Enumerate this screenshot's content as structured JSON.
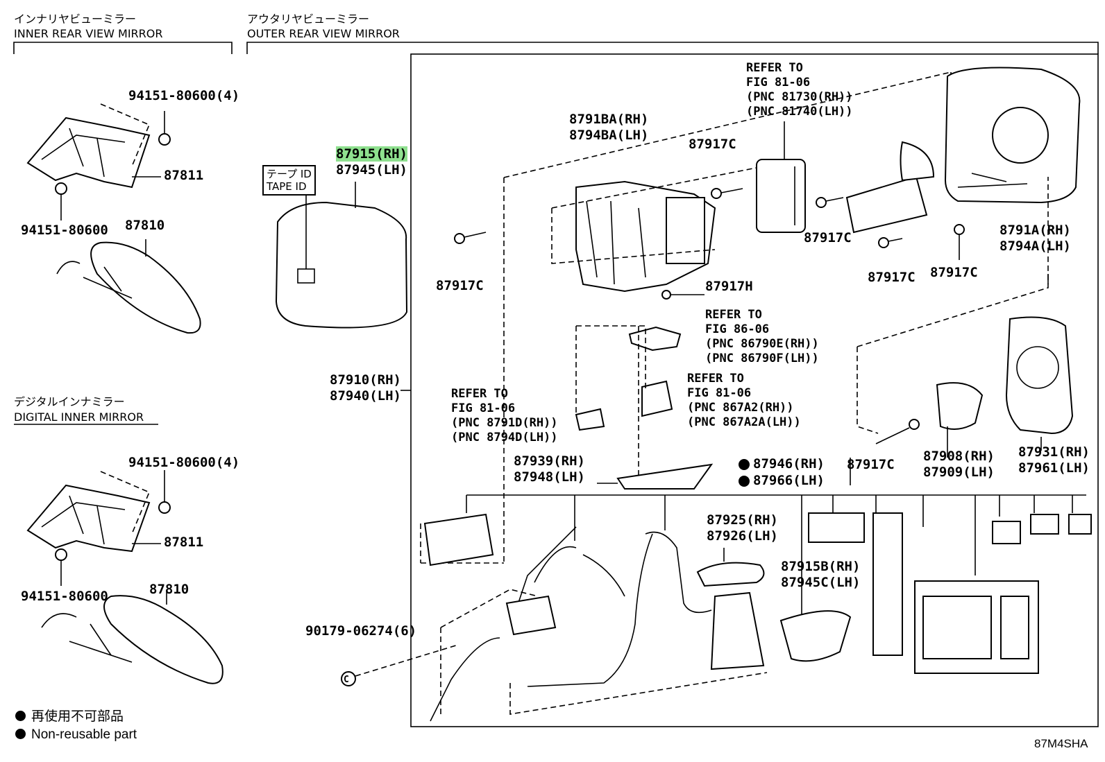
{
  "sections": {
    "inner": {
      "jp": "インナリヤビューミラー",
      "en": "INNER REAR VIEW MIRROR"
    },
    "outer": {
      "jp": "アウタリヤビューミラー",
      "en": "OUTER REAR VIEW MIRROR"
    },
    "digital": {
      "jp": "デジタルインナミラー",
      "en": "DIGITAL INNER MIRROR"
    }
  },
  "tape_id": {
    "jp": "テープ ID",
    "en": "TAPE ID"
  },
  "inner_parts": {
    "nut_top": "94151-80600(4)",
    "bracket": "87811",
    "nut_bottom": "94151-80600",
    "mirror": "87810"
  },
  "digital_parts": {
    "nut_top": "94151-80600(4)",
    "bracket": "87811",
    "nut_bottom": "94151-80600",
    "mirror": "87810"
  },
  "outer_parts": {
    "cover_rh": "87915(RH)",
    "cover_lh": "87945(LH)",
    "assy_rh": "87910(RH)",
    "assy_lh": "87940(LH)",
    "screw_left": "90179-06274(6)",
    "screw_symbol": "C",
    "frame_rh": "8791BA(RH)",
    "frame_lh": "8794BA(LH)",
    "screw_c1": "87917C",
    "screw_c2": "87917C",
    "screw_c3": "87917C",
    "screw_c4": "87917C",
    "screw_c5": "87917C",
    "screw_c6": "87917C",
    "screw_h": "87917H",
    "refer1": [
      "REFER TO",
      "FIG 81-06",
      "(PNC 81730(RH))",
      "(PNC 81740(LH))"
    ],
    "refer2": [
      "REFER TO",
      "FIG 86-06",
      "(PNC 86790E(RH))",
      "(PNC 86790F(LH))"
    ],
    "refer3": [
      "REFER TO",
      "FIG 81-06",
      "(PNC 867A2(RH))",
      "(PNC 867A2A(LH))"
    ],
    "refer4": [
      "REFER TO",
      "FIG 81-06",
      "(PNC 8791D(RH))",
      "(PNC 8794D(LH))"
    ],
    "housing_rh": "8791A(RH)",
    "housing_lh": "8794A(LH)",
    "glass_rh": "87931(RH)",
    "glass_lh": "87961(LH)",
    "actuator_rh": "87908(RH)",
    "actuator_lh": "87909(LH)",
    "trim_rh": "87939(RH)",
    "trim_lh": "87948(LH)",
    "kit_rh": "87946(RH)",
    "kit_lh": "87966(LH)",
    "lamp_rh": "87925(RH)",
    "lamp_lh": "87926(LH)",
    "lower_rh": "87915B(RH)",
    "lower_lh": "87945C(LH)"
  },
  "legend": {
    "jp": "再使用不可部品",
    "en": "Non-reusable part"
  },
  "diagram_code": "87M4SHA"
}
